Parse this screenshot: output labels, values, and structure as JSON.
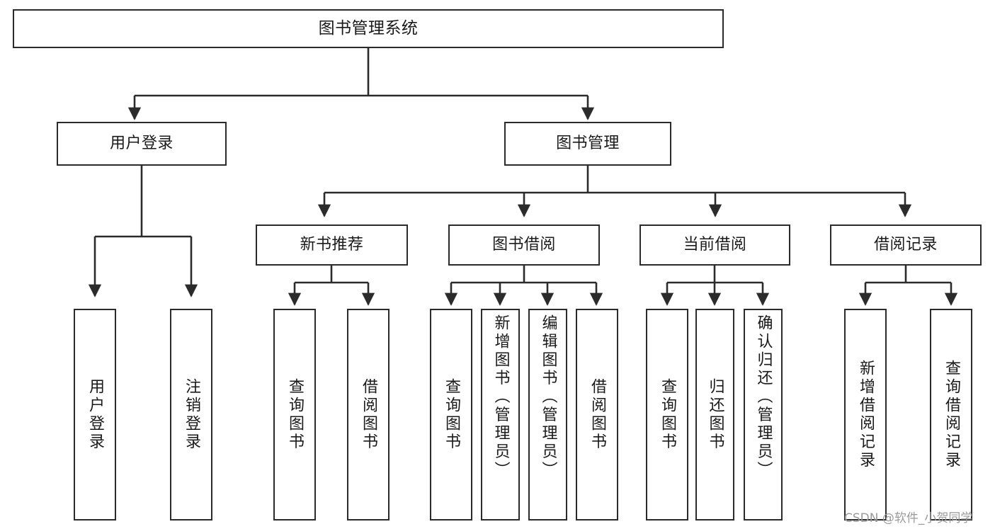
{
  "diagram": {
    "title": "图书管理系统",
    "type": "tree-hierarchy",
    "orientation": "top-down",
    "colors": {
      "box_border": "#2b2b2b",
      "box_fill": "#ffffff",
      "edge": "#2b2b2b",
      "text": "#1a1a1a",
      "watermark": "#9a9a9a",
      "background": "#ffffff"
    }
  },
  "root": {
    "label": "图书管理系统"
  },
  "level2": [
    {
      "label": "用户登录"
    },
    {
      "label": "图书管理"
    }
  ],
  "level3": [
    {
      "label": "新书推荐"
    },
    {
      "label": "图书借阅"
    },
    {
      "label": "当前借阅"
    },
    {
      "label": "借阅记录"
    }
  ],
  "leaves": {
    "user_login": [
      {
        "label": "用户登录"
      },
      {
        "label": "注销登录"
      }
    ],
    "new_book": [
      {
        "label": "查询图书"
      },
      {
        "label": "借阅图书"
      }
    ],
    "book_borrow": [
      {
        "label": "查询图书"
      },
      {
        "label": "新增图书（管理员）"
      },
      {
        "label": "编辑图书（管理员）"
      },
      {
        "label": "借阅图书"
      }
    ],
    "current_borrow": [
      {
        "label": "查询图书"
      },
      {
        "label": "归还图书"
      },
      {
        "label": "确认归还（管理员）"
      }
    ],
    "borrow_record": [
      {
        "label": "新增借阅记录"
      },
      {
        "label": "查询借阅记录"
      }
    ]
  },
  "watermark": {
    "text": "CSDN @软件_小贺同学"
  }
}
